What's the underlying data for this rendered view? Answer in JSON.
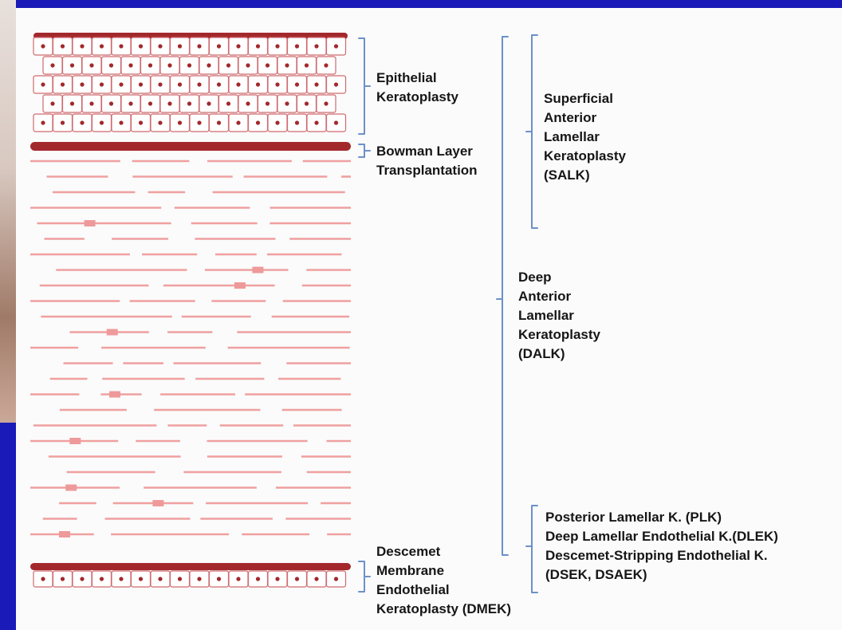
{
  "colors": {
    "slide_background": "#1a1ab8",
    "panel_background": "#fbfbfb",
    "dark_layer": "#a3282c",
    "cell_fill": "#ffffff",
    "cell_border": "#cf6a6e",
    "nucleus": "#a3282c",
    "fiber": "#f0a0a0",
    "keratocyte": "#ee9a9a",
    "bracket": "#6b91c8",
    "text": "#161616"
  },
  "labels": {
    "epithelial": [
      "Epithelial",
      "Keratoplasty"
    ],
    "bowman": [
      "Bowman Layer",
      "Transplantation"
    ],
    "salk": [
      "Superficial",
      "Anterior",
      "Lamellar",
      "Keratoplasty",
      "(SALK)"
    ],
    "dalk": [
      "Deep",
      "Anterior",
      "Lamellar",
      "Keratoplasty",
      "(DALK)"
    ],
    "dmek": [
      "Descemet",
      "Membrane",
      "Endothelial",
      "Keratoplasty (DMEK)"
    ],
    "plk": [
      "Posterior Lamellar K. (PLK)",
      "Deep Lamellar Endothelial K.(DLEK)",
      "Descemet-Stripping Endothelial K.",
      "(DSEK, DSAEK)"
    ]
  },
  "icons": {
    "epithelium": "epithelial-cell-layer-icon",
    "bowman": "bowman-layer-icon",
    "stroma": "stroma-fibers-icon",
    "descemet": "descemet-membrane-icon",
    "endothelium": "endothelial-cell-layer-icon"
  }
}
